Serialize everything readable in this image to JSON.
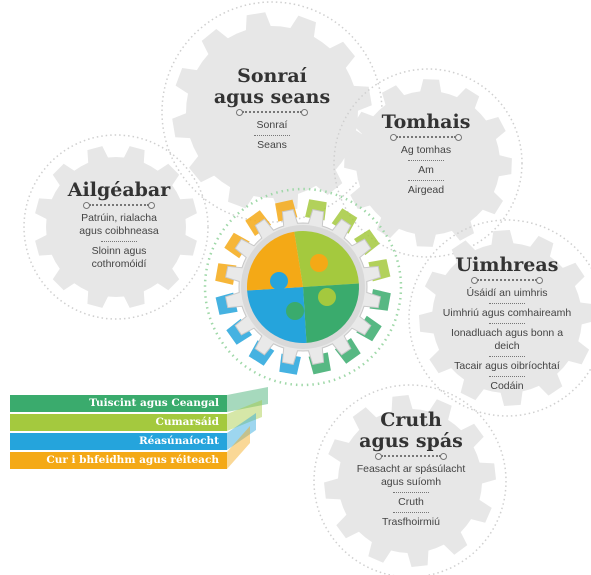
{
  "colors": {
    "gear": "#e7e7e7",
    "text": "#444444",
    "green": "#3aab6d",
    "lime": "#a4c93e",
    "blue": "#25a4dc",
    "orange": "#f4a916"
  },
  "gears": [
    {
      "id": "sonrai",
      "title_lines": [
        "Sonraí",
        "agus seans"
      ],
      "items": [
        "Sonraí",
        "Seans"
      ]
    },
    {
      "id": "tomhais",
      "title_lines": [
        "Tomhais"
      ],
      "items": [
        "Ag tomhas",
        "Am",
        "Airgead"
      ]
    },
    {
      "id": "ailgeabar",
      "title_lines": [
        "Ailgéabar"
      ],
      "items": [
        "Patrúin, rialacha agus coibhneasa",
        "Sloinn agus cothromóidí"
      ]
    },
    {
      "id": "uimhreas",
      "title_lines": [
        "Uimhreas"
      ],
      "items": [
        "Úsáidí an uimhris",
        "Uimhriú agus comhaireamh",
        "Ionadluach agus bonn a deich",
        "Tacair agus oibríochtaí",
        "Codáin"
      ]
    },
    {
      "id": "cruth",
      "title_lines": [
        "Cruth",
        "agus spás"
      ],
      "items": [
        "Feasacht ar spásúlacht agus suíomh",
        "Cruth",
        "Trasfhoirmiú"
      ]
    }
  ],
  "processes": [
    {
      "label": "Tuiscint agus Ceangal",
      "color": "#3aab6d"
    },
    {
      "label": "Cumarsáid",
      "color": "#a4c93e"
    },
    {
      "label": "Réasúnaíocht",
      "color": "#25a4dc"
    },
    {
      "label": "Cur i bhfeidhm agus réiteach fadhbanna",
      "color": "#f4a916"
    }
  ]
}
